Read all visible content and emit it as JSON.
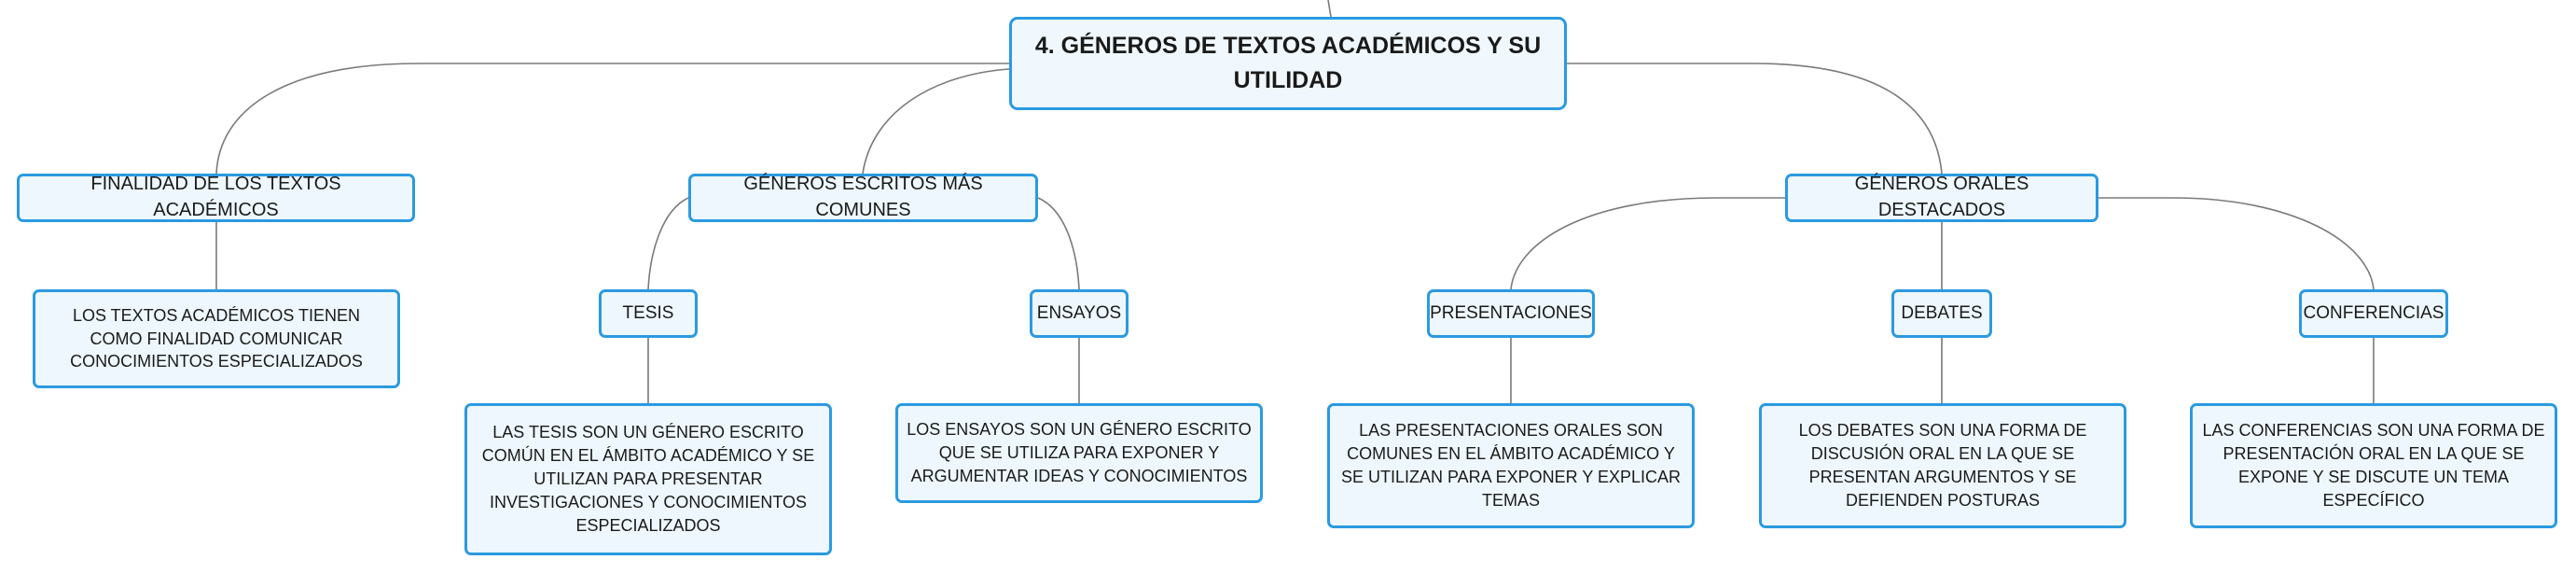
{
  "root": {
    "label": "4. GÉNEROS DE TEXTOS ACADÉMICOS Y SU UTILIDAD"
  },
  "branches": {
    "finalidad": {
      "label": "FINALIDAD DE LOS TEXTOS ACADÉMICOS",
      "detail": "LOS TEXTOS ACADÉMICOS TIENEN COMO FINALIDAD COMUNICAR CONOCIMIENTOS ESPECIALIZADOS"
    },
    "escritos": {
      "label": "GÉNEROS ESCRITOS MÁS COMUNES",
      "children": [
        {
          "label": "TESIS",
          "detail": "LAS TESIS SON UN GÉNERO ESCRITO COMÚN EN EL ÁMBITO ACADÉMICO Y SE UTILIZAN PARA PRESENTAR INVESTIGACIONES Y CONOCIMIENTOS ESPECIALIZADOS"
        },
        {
          "label": "ENSAYOS",
          "detail": "LOS ENSAYOS SON UN GÉNERO ESCRITO QUE SE UTILIZA PARA EXPONER Y ARGUMENTAR IDEAS Y CONOCIMIENTOS"
        }
      ]
    },
    "orales": {
      "label": "GÉNEROS ORALES DESTACADOS",
      "children": [
        {
          "label": "PRESENTACIONES",
          "detail": "LAS PRESENTACIONES ORALES SON COMUNES EN EL ÁMBITO ACADÉMICO Y SE UTILIZAN PARA EXPONER Y EXPLICAR TEMAS"
        },
        {
          "label": "DEBATES",
          "detail": "LOS DEBATES SON UNA FORMA DE DISCUSIÓN ORAL EN LA QUE SE PRESENTAN ARGUMENTOS Y SE DEFIENDEN POSTURAS"
        },
        {
          "label": "CONFERENCIAS",
          "detail": "LAS CONFERENCIAS SON UNA FORMA DE PRESENTACIÓN ORAL EN LA QUE SE EXPONE Y SE DISCUTE UN TEMA ESPECÍFICO"
        }
      ]
    }
  },
  "colors": {
    "node_border": "#2b9ae0",
    "node_fill": "#eef7fd",
    "connector": "#7a7a7a",
    "text": "#1a1a1a"
  }
}
